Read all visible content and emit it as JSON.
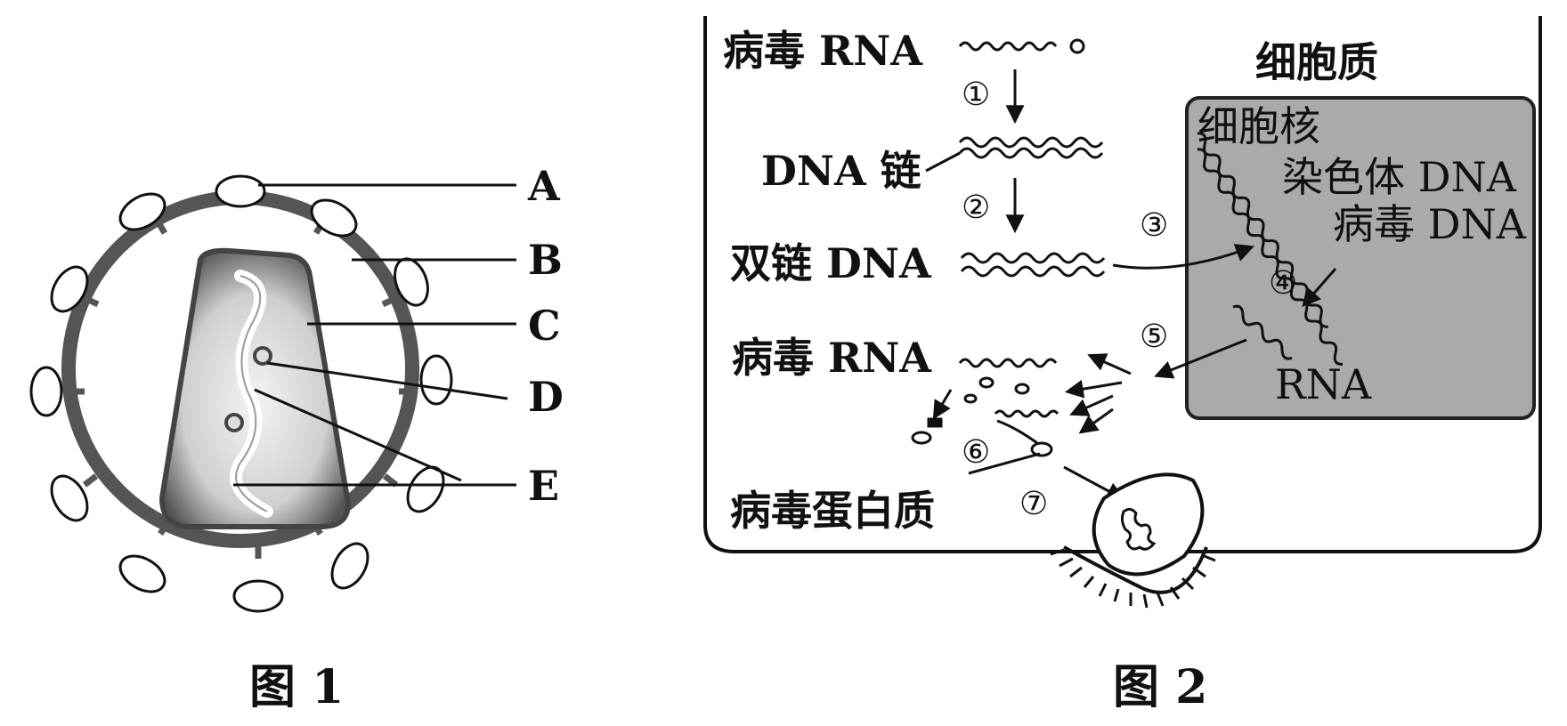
{
  "figure1": {
    "caption": "图 1",
    "labels": [
      "A",
      "B",
      "C",
      "D",
      "E"
    ]
  },
  "figure2": {
    "caption": "图 2",
    "cytoplasm_label": "细胞质",
    "nucleus_label": "细胞核",
    "chromosome_dna_label": "染色体 DNA",
    "viral_dna_label": "病毒 DNA",
    "rna_label": "RNA",
    "left_labels": {
      "viral_rna_top": "病毒 RNA",
      "dna_chain": "DNA 链",
      "double_dna": "双链 DNA",
      "viral_rna_mid": "病毒 RNA",
      "viral_protein": "病毒蛋白质"
    },
    "steps": [
      "①",
      "②",
      "③",
      "④",
      "⑤",
      "⑥",
      "⑦"
    ]
  }
}
